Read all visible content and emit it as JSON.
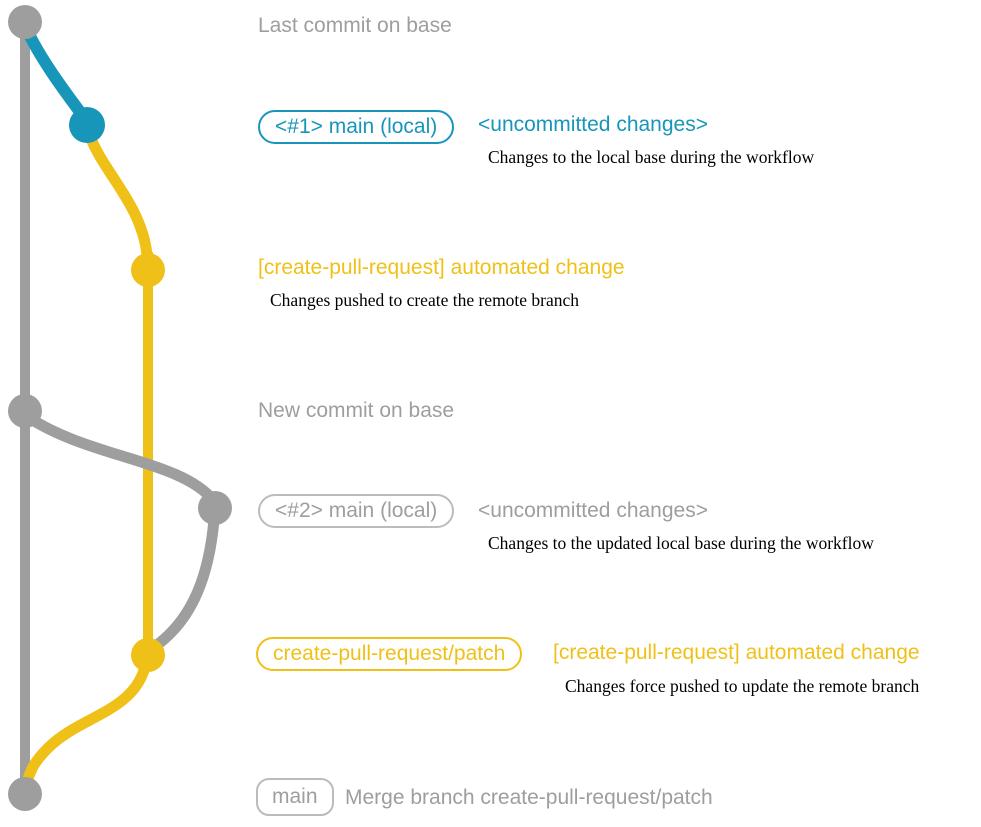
{
  "colors": {
    "gray": "#9e9e9e",
    "gray_border": "#bcbcbc",
    "teal": "#1896ba",
    "yellow": "#efc118",
    "desc": "#000000",
    "bg": "#ffffff"
  },
  "events": [
    {
      "label": "Last commit on base"
    },
    {
      "tag": "<#1> main (local)",
      "title": "<uncommitted changes>",
      "description": "Changes to the local base during the workflow"
    },
    {
      "title": "[create-pull-request] automated change",
      "description": "Changes pushed to create the remote branch"
    },
    {
      "label": "New commit on base"
    },
    {
      "tag": "<#2> main (local)",
      "title": "<uncommitted changes>",
      "description": "Changes to the updated local base during the workflow"
    },
    {
      "tag": "create-pull-request/patch",
      "title": "[create-pull-request] automated change",
      "description": "Changes force pushed to update the remote branch"
    },
    {
      "tag": "main",
      "label": "Merge branch create-pull-request/patch"
    }
  ]
}
